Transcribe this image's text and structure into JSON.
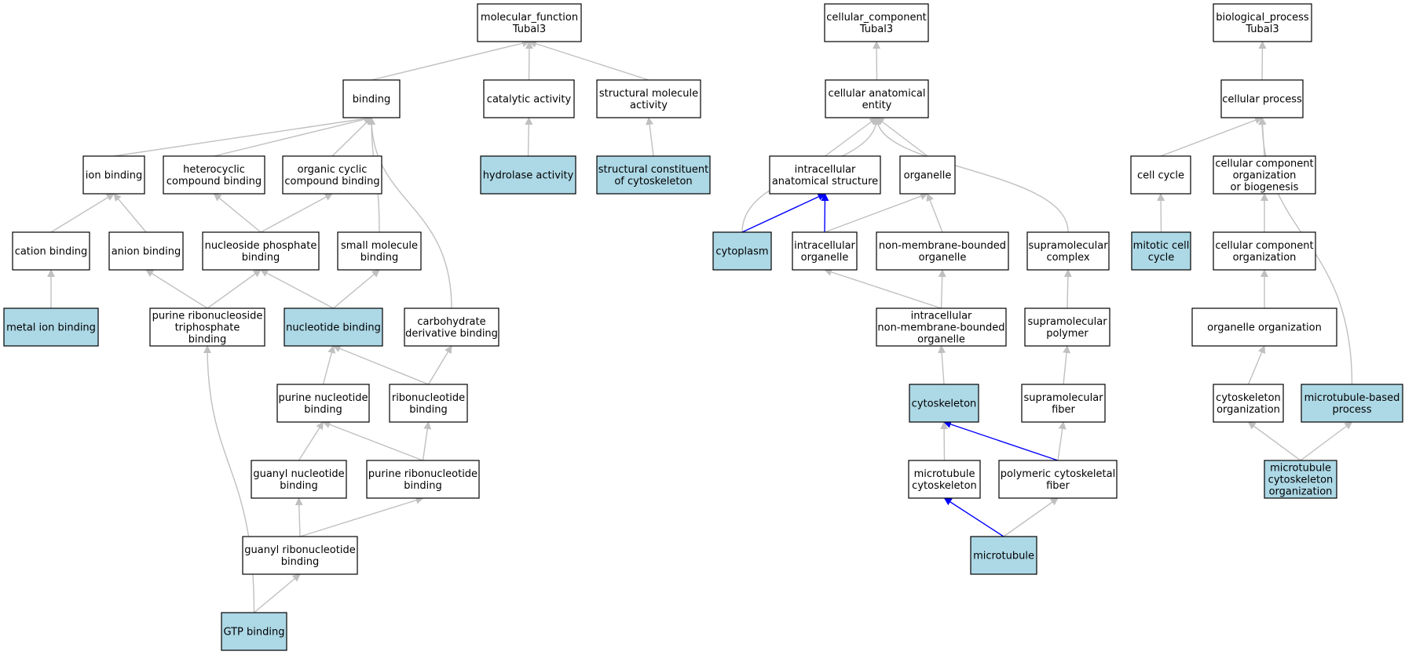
{
  "colors": {
    "highlight_fill": "#add8e6",
    "default_fill": "#ffffff",
    "edge_gray": "#c0c0c0",
    "edge_blue": "#0000ff"
  },
  "nodes": [
    {
      "id": "mf",
      "lines": [
        "molecular_function",
        "Tubal3"
      ],
      "highlight": false
    },
    {
      "id": "binding",
      "lines": [
        "binding"
      ],
      "highlight": false
    },
    {
      "id": "catalytic",
      "lines": [
        "catalytic activity"
      ],
      "highlight": false
    },
    {
      "id": "structmol",
      "lines": [
        "structural molecule",
        "activity"
      ],
      "highlight": false
    },
    {
      "id": "hydrolase",
      "lines": [
        "hydrolase activity"
      ],
      "highlight": true
    },
    {
      "id": "structcyto",
      "lines": [
        "structural constituent",
        "of cytoskeleton"
      ],
      "highlight": true
    },
    {
      "id": "ion",
      "lines": [
        "ion binding"
      ],
      "highlight": false
    },
    {
      "id": "hetero",
      "lines": [
        "heterocyclic",
        "compound binding"
      ],
      "highlight": false
    },
    {
      "id": "orgcyc",
      "lines": [
        "organic cyclic",
        "compound binding"
      ],
      "highlight": false
    },
    {
      "id": "cation",
      "lines": [
        "cation binding"
      ],
      "highlight": false
    },
    {
      "id": "anion",
      "lines": [
        "anion binding"
      ],
      "highlight": false
    },
    {
      "id": "nucphos",
      "lines": [
        "nucleoside phosphate",
        "binding"
      ],
      "highlight": false
    },
    {
      "id": "smallmol",
      "lines": [
        "small molecule",
        "binding"
      ],
      "highlight": false
    },
    {
      "id": "metal",
      "lines": [
        "metal ion binding"
      ],
      "highlight": true
    },
    {
      "id": "purribtri",
      "lines": [
        "purine ribonucleoside",
        "triphosphate",
        "binding"
      ],
      "highlight": false
    },
    {
      "id": "nucleotide",
      "lines": [
        "nucleotide binding"
      ],
      "highlight": true
    },
    {
      "id": "carbo",
      "lines": [
        "carbohydrate",
        "derivative binding"
      ],
      "highlight": false
    },
    {
      "id": "purnuc",
      "lines": [
        "purine nucleotide",
        "binding"
      ],
      "highlight": false
    },
    {
      "id": "ribonuc",
      "lines": [
        "ribonucleotide",
        "binding"
      ],
      "highlight": false
    },
    {
      "id": "guanylnuc",
      "lines": [
        "guanyl nucleotide",
        "binding"
      ],
      "highlight": false
    },
    {
      "id": "purribnuc",
      "lines": [
        "purine ribonucleotide",
        "binding"
      ],
      "highlight": false
    },
    {
      "id": "guanylribo",
      "lines": [
        "guanyl ribonucleotide",
        "binding"
      ],
      "highlight": false
    },
    {
      "id": "gtp",
      "lines": [
        "GTP binding"
      ],
      "highlight": true
    },
    {
      "id": "cc",
      "lines": [
        "cellular_component",
        "Tubal3"
      ],
      "highlight": false
    },
    {
      "id": "cae",
      "lines": [
        "cellular anatomical",
        "entity"
      ],
      "highlight": false
    },
    {
      "id": "ias",
      "lines": [
        "intracellular",
        "anatomical structure"
      ],
      "highlight": false
    },
    {
      "id": "organelle",
      "lines": [
        "organelle"
      ],
      "highlight": false
    },
    {
      "id": "cytoplasm",
      "lines": [
        "cytoplasm"
      ],
      "highlight": true
    },
    {
      "id": "intraorg",
      "lines": [
        "intracellular",
        "organelle"
      ],
      "highlight": false
    },
    {
      "id": "nonmem",
      "lines": [
        "non-membrane-bounded",
        "organelle"
      ],
      "highlight": false
    },
    {
      "id": "supracomplex",
      "lines": [
        "supramolecular",
        "complex"
      ],
      "highlight": false
    },
    {
      "id": "intranonmem",
      "lines": [
        "intracellular",
        "non-membrane-bounded",
        "organelle"
      ],
      "highlight": false
    },
    {
      "id": "suprapoly",
      "lines": [
        "supramolecular",
        "polymer"
      ],
      "highlight": false
    },
    {
      "id": "cytoskeleton",
      "lines": [
        "cytoskeleton"
      ],
      "highlight": true
    },
    {
      "id": "suprafiber",
      "lines": [
        "supramolecular",
        "fiber"
      ],
      "highlight": false
    },
    {
      "id": "mtcyto",
      "lines": [
        "microtubule",
        "cytoskeleton"
      ],
      "highlight": false
    },
    {
      "id": "polycyto",
      "lines": [
        "polymeric cytoskeletal",
        "fiber"
      ],
      "highlight": false
    },
    {
      "id": "microtubule",
      "lines": [
        "microtubule"
      ],
      "highlight": true
    },
    {
      "id": "bp",
      "lines": [
        "biological_process",
        "Tubal3"
      ],
      "highlight": false
    },
    {
      "id": "cellproc",
      "lines": [
        "cellular process"
      ],
      "highlight": false
    },
    {
      "id": "cellcycle",
      "lines": [
        "cell cycle"
      ],
      "highlight": false
    },
    {
      "id": "ccob",
      "lines": [
        "cellular component",
        "organization",
        "or biogenesis"
      ],
      "highlight": false
    },
    {
      "id": "mitotic",
      "lines": [
        "mitotic cell",
        "cycle"
      ],
      "highlight": true
    },
    {
      "id": "cco",
      "lines": [
        "cellular component",
        "organization"
      ],
      "highlight": false
    },
    {
      "id": "orgorg",
      "lines": [
        "organelle organization"
      ],
      "highlight": false
    },
    {
      "id": "cytoorg",
      "lines": [
        "cytoskeleton",
        "organization"
      ],
      "highlight": false
    },
    {
      "id": "mtbased",
      "lines": [
        "microtubule-based",
        "process"
      ],
      "highlight": true
    },
    {
      "id": "mtcytoorg",
      "lines": [
        "microtubule",
        "cytoskeleton",
        "organization"
      ],
      "highlight": true
    }
  ],
  "edges": [
    {
      "from": "binding",
      "to": "mf",
      "color": "gray"
    },
    {
      "from": "catalytic",
      "to": "mf",
      "color": "gray"
    },
    {
      "from": "structmol",
      "to": "mf",
      "color": "gray"
    },
    {
      "from": "hydrolase",
      "to": "catalytic",
      "color": "gray"
    },
    {
      "from": "structcyto",
      "to": "structmol",
      "color": "gray"
    },
    {
      "from": "ion",
      "to": "binding",
      "color": "gray"
    },
    {
      "from": "hetero",
      "to": "binding",
      "color": "gray"
    },
    {
      "from": "orgcyc",
      "to": "binding",
      "color": "gray"
    },
    {
      "from": "smallmol",
      "to": "binding",
      "color": "gray"
    },
    {
      "from": "carbo",
      "to": "binding",
      "color": "gray"
    },
    {
      "from": "cation",
      "to": "ion",
      "color": "gray"
    },
    {
      "from": "anion",
      "to": "ion",
      "color": "gray"
    },
    {
      "from": "nucphos",
      "to": "hetero",
      "color": "gray"
    },
    {
      "from": "nucphos",
      "to": "orgcyc",
      "color": "gray"
    },
    {
      "from": "metal",
      "to": "cation",
      "color": "gray"
    },
    {
      "from": "purribtri",
      "to": "anion",
      "color": "gray"
    },
    {
      "from": "purribtri",
      "to": "nucphos",
      "color": "gray"
    },
    {
      "from": "nucleotide",
      "to": "nucphos",
      "color": "gray"
    },
    {
      "from": "nucleotide",
      "to": "smallmol",
      "color": "gray"
    },
    {
      "from": "purnuc",
      "to": "nucleotide",
      "color": "gray"
    },
    {
      "from": "ribonuc",
      "to": "nucleotide",
      "color": "gray"
    },
    {
      "from": "ribonuc",
      "to": "carbo",
      "color": "gray"
    },
    {
      "from": "guanylnuc",
      "to": "purnuc",
      "color": "gray"
    },
    {
      "from": "purribnuc",
      "to": "purnuc",
      "color": "gray"
    },
    {
      "from": "purribnuc",
      "to": "ribonuc",
      "color": "gray"
    },
    {
      "from": "guanylribo",
      "to": "guanylnuc",
      "color": "gray"
    },
    {
      "from": "guanylribo",
      "to": "purribnuc",
      "color": "gray"
    },
    {
      "from": "gtp",
      "to": "guanylribo",
      "color": "gray"
    },
    {
      "from": "gtp",
      "to": "purribtri",
      "color": "gray"
    },
    {
      "from": "cae",
      "to": "cc",
      "color": "gray"
    },
    {
      "from": "ias",
      "to": "cae",
      "color": "gray"
    },
    {
      "from": "organelle",
      "to": "cae",
      "color": "gray"
    },
    {
      "from": "cytoplasm",
      "to": "cae",
      "color": "gray"
    },
    {
      "from": "supracomplex",
      "to": "cae",
      "color": "gray"
    },
    {
      "from": "cytoplasm",
      "to": "ias",
      "color": "blue"
    },
    {
      "from": "intraorg",
      "to": "ias",
      "color": "blue"
    },
    {
      "from": "intraorg",
      "to": "organelle",
      "color": "gray"
    },
    {
      "from": "nonmem",
      "to": "organelle",
      "color": "gray"
    },
    {
      "from": "intranonmem",
      "to": "intraorg",
      "color": "gray"
    },
    {
      "from": "intranonmem",
      "to": "nonmem",
      "color": "gray"
    },
    {
      "from": "suprapoly",
      "to": "supracomplex",
      "color": "gray"
    },
    {
      "from": "cytoskeleton",
      "to": "intranonmem",
      "color": "gray"
    },
    {
      "from": "suprafiber",
      "to": "suprapoly",
      "color": "gray"
    },
    {
      "from": "mtcyto",
      "to": "cytoskeleton",
      "color": "gray"
    },
    {
      "from": "polycyto",
      "to": "cytoskeleton",
      "color": "blue"
    },
    {
      "from": "polycyto",
      "to": "suprafiber",
      "color": "gray"
    },
    {
      "from": "microtubule",
      "to": "mtcyto",
      "color": "blue"
    },
    {
      "from": "microtubule",
      "to": "polycyto",
      "color": "gray"
    },
    {
      "from": "cellproc",
      "to": "bp",
      "color": "gray"
    },
    {
      "from": "cellcycle",
      "to": "cellproc",
      "color": "gray"
    },
    {
      "from": "ccob",
      "to": "cellproc",
      "color": "gray"
    },
    {
      "from": "mtbased",
      "to": "cellproc",
      "color": "gray"
    },
    {
      "from": "mitotic",
      "to": "cellcycle",
      "color": "gray"
    },
    {
      "from": "cco",
      "to": "ccob",
      "color": "gray"
    },
    {
      "from": "orgorg",
      "to": "cco",
      "color": "gray"
    },
    {
      "from": "cytoorg",
      "to": "orgorg",
      "color": "gray"
    },
    {
      "from": "mtcytoorg",
      "to": "cytoorg",
      "color": "gray"
    },
    {
      "from": "mtcytoorg",
      "to": "mtbased",
      "color": "gray"
    }
  ]
}
